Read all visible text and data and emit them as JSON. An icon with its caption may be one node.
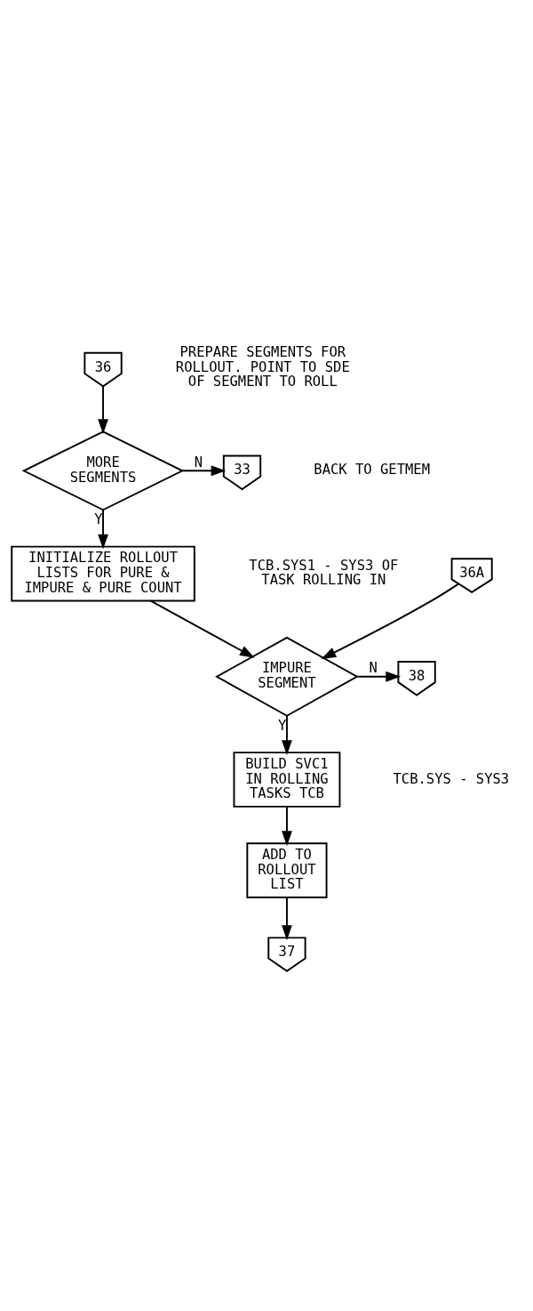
{
  "diagram": {
    "nodes": [
      {
        "text": [
          "36"
        ],
        "beside": [
          "PREPARE SEGMENTS FOR ROLLOUT. POINT TO SDE OF SEGMENT TO ROLL"
        ]
      },
      {
        "text": [
          "MORE SEGMENTS"
        ]
      },
      {
        "text": [
          "33"
        ],
        "beside": [
          "BACK TO GETMEM"
        ]
      },
      {
        "text": [
          "INITIALIZE ROLLOUT LISTS FOR PURE & IMPURE & PURE COUNT"
        ],
        "beside": [
          "TCB.SYS1 - SYS3 OF TASK ROLLING IN"
        ]
      },
      {
        "text": [
          "36A"
        ]
      },
      {
        "text": [
          "IMPURE SEGMENT"
        ]
      },
      {
        "text": [
          "38"
        ]
      },
      {
        "text": [
          "BUILD SVC1 IN ROLLING TASKS TCB"
        ],
        "beside": [
          "TCB.SYS - SYS3"
        ]
      },
      {
        "text": [
          "ADD TO ROLLOUT LIST"
        ]
      },
      {
        "text": [
          "37"
        ]
      }
    ],
    "edges": [
      {
        "from": 0,
        "to": 1,
        "arrow": "to"
      },
      {
        "from": 1,
        "to": 2,
        "arrow": "to",
        "label": "N"
      },
      {
        "from": 1,
        "to": 3,
        "arrow": "to",
        "label": "Y"
      },
      {
        "from": 3,
        "to": 5,
        "arrow": "to"
      },
      {
        "from": 4,
        "to": 5,
        "arrow": "to"
      },
      {
        "from": 5,
        "to": 6,
        "arrow": "to",
        "label": "N"
      },
      {
        "from": 5,
        "to": 7,
        "arrow": "to",
        "label": "Y"
      },
      {
        "from": 7,
        "to": 8,
        "arrow": "to"
      },
      {
        "from": 8,
        "to": 9,
        "arrow": "to"
      }
    ]
  }
}
